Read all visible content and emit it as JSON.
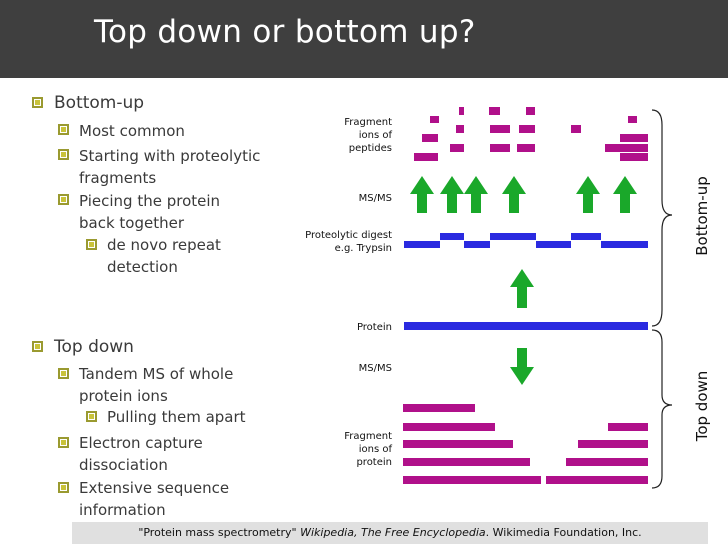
{
  "title": "Top down or bottom up?",
  "bullets": {
    "bottom_up": "Bottom-up",
    "most_common": "Most common",
    "proteolytic_1": "Starting with proteolytic",
    "proteolytic_2": "fragments",
    "piecing_1": "Piecing the protein",
    "piecing_2": "back together",
    "denovo_1": "de novo repeat",
    "denovo_2": "detection",
    "top_down": "Top down",
    "tandem_1": "Tandem MS of whole",
    "tandem_2": "protein ions",
    "pulling": "Pulling them apart",
    "ecd_1": "Electron capture",
    "ecd_2": "dissociation",
    "extensive_1": "Extensive sequence",
    "extensive_2": "information"
  },
  "diagram": {
    "fragment_peptides": [
      "Fragment",
      "ions of",
      "peptides"
    ],
    "msms_top": "MS/MS",
    "proteolytic_digest": [
      "Proteolytic digest",
      "e.g. Trypsin"
    ],
    "protein": "Protein",
    "msms_bottom": "MS/MS",
    "fragment_protein": [
      "Fragment",
      "ions of",
      "protein"
    ],
    "side_bottom_up": "Bottom-up",
    "side_top_down": "Top down"
  },
  "caption": {
    "pre": "\"Protein mass spectrometry\" ",
    "italic": "Wikipedia, The Free Encyclopedia",
    "post": ". Wikimedia Foundation, Inc."
  },
  "colors": {
    "title_bg": "#3f3f3f",
    "magenta": "#b0108a",
    "blue": "#2a2ae0",
    "green": "#1aa82a",
    "bullet": "#c9c33a"
  }
}
